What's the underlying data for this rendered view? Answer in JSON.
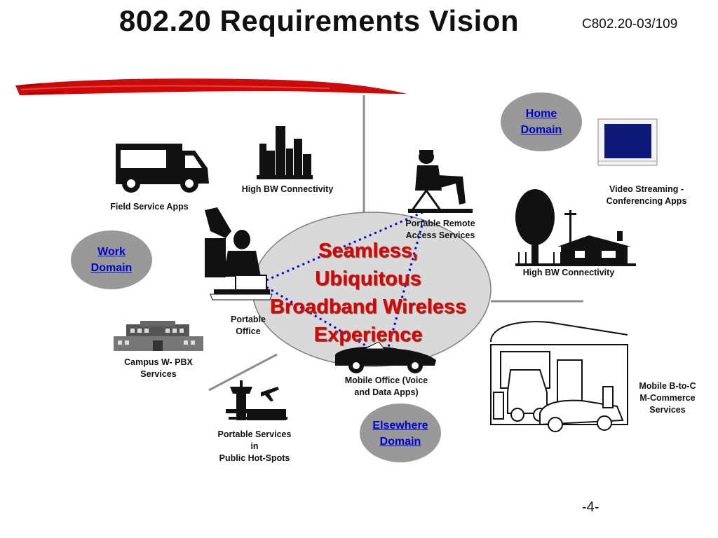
{
  "slide": {
    "title": "802.20 Requirements Vision",
    "doc_id": "C802.20-03/109",
    "page_number": "-4-"
  },
  "center": {
    "lines": [
      "Seamless,",
      "Ubiquitous",
      "Broadband Wireless",
      "Experience"
    ],
    "text_color": "#e00000",
    "ellipse_color": "#d9d9d9"
  },
  "domains": {
    "home": {
      "lines": [
        "Home",
        "Domain"
      ]
    },
    "work": {
      "lines": [
        "Work",
        "Domain"
      ]
    },
    "elsewhere": {
      "lines": [
        "Elsewhere",
        "Domain"
      ]
    },
    "link_color": "#0000cc",
    "bubble_color": "#999999"
  },
  "labels": {
    "field_service": [
      "Field Service Apps"
    ],
    "high_bw_city": [
      "High BW Connectivity"
    ],
    "portable_remote": [
      "Portable Remote",
      "Access Services"
    ],
    "video_streaming": [
      "Video Streaming -",
      "Conferencing Apps"
    ],
    "high_bw_home": [
      "High BW Connectivity"
    ],
    "portable_office": [
      "Portable",
      "Office"
    ],
    "campus": [
      "Campus  W- PBX",
      "Services"
    ],
    "mobile_office": [
      "Mobile Office (Voice",
      "and Data Apps)"
    ],
    "mobile_commerce": [
      "Mobile B-to-C",
      "M-Commerce",
      "Services"
    ],
    "hot_spots": [
      "Portable Services",
      "in",
      "Public Hot-Spots"
    ]
  },
  "icons": [
    "red-brush-stroke",
    "truck-icon",
    "city-skyline-icon",
    "sitting-man-icon",
    "monitor-icon",
    "house-icon",
    "office-worker-icon",
    "campus-building-icon",
    "convertible-car-icon",
    "gas-station-icon",
    "airport-icon"
  ]
}
